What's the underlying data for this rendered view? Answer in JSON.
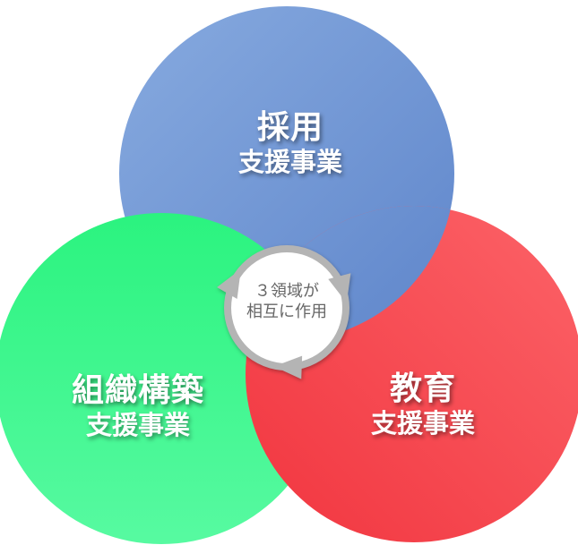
{
  "venn": {
    "background_color": "#ffffff",
    "circles": [
      {
        "name": "recruitment",
        "title": "採用",
        "subtitle": "支援事業",
        "gradient": {
          "angle": "135deg",
          "from": "#87AADF",
          "to": "#5F86CB"
        }
      },
      {
        "name": "organization-building",
        "title": "組織構築",
        "subtitle": "支援事業",
        "gradient": {
          "angle": "180deg",
          "from": "#2BF37F",
          "to": "#57FAA1"
        }
      },
      {
        "name": "education",
        "title": "教育",
        "subtitle": "支援事業",
        "gradient": {
          "angle": "225deg",
          "from": "#FC6368",
          "to": "#F1353F"
        }
      }
    ],
    "center_badge": {
      "lines": [
        "３領域が",
        "相互に作用"
      ],
      "ring_color": "#B4B4B4",
      "fill_color": "#FFFFFF",
      "text_color": "#666666"
    }
  }
}
